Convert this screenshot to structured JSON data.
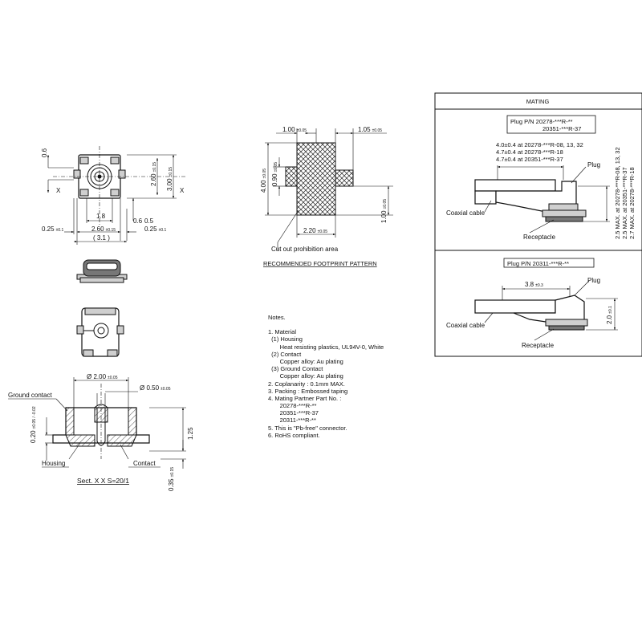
{
  "top_view": {
    "dim_06": "0.6",
    "dim_260": "2.60",
    "dim_260_tol": "±0.15",
    "dim_300": "3.00",
    "dim_300_tol": "±0.15",
    "dim_18": "1.8",
    "dim_06b": "0.6",
    "dim_05": "0.5",
    "dim_025_left": "0.25",
    "dim_025_left_tol": "±0.1",
    "dim_260b": "2.60",
    "dim_260b_tol": "±0.15",
    "dim_025_right": "0.25",
    "dim_025_right_tol": "±0.1",
    "dim_31": "( 3.1 )",
    "section_mark_left": "X",
    "section_mark_right": "X"
  },
  "section": {
    "dim_200": "Ø 2.00",
    "dim_200_tol": "±0.05",
    "dim_050": "Ø 0.50",
    "dim_050_tol": "±0.05",
    "dim_020": "0.20",
    "dim_020_tol": "±0.05 / -0.02",
    "dim_125": "1.25",
    "dim_035": "0.35",
    "dim_035_tol": "±0.15",
    "label_ground_contact": "Ground contact",
    "label_housing": "Housing",
    "label_contact": "Contact",
    "caption": "Sect. X  X  S=20/1"
  },
  "footprint": {
    "dim_100": "1.00",
    "dim_100_tol": "±0.05",
    "dim_105": "1.05",
    "dim_105_tol": "±0.05",
    "dim_400": "4.00",
    "dim_400_tol": "±0.05",
    "dim_090": "0.90",
    "dim_090_tol": "±0.05",
    "dim_100v": "1.00",
    "dim_100v_tol": "±0.05",
    "dim_220": "2.20",
    "dim_220_tol": "±0.05",
    "label_cutout": "Cut out prohibition area",
    "title": "RECOMMENDED FOOTPRINT PATTERN"
  },
  "notes": {
    "heading": "Notes.",
    "lines": [
      "1. Material",
      "  (1) Housing",
      "       Heat resisting plastics, UL94V-0, White",
      "  (2) Contact",
      "       Copper alloy: Au plating",
      "  (3) Ground Contact",
      "       Copper alloy: Au plating",
      "2. Coplanarity : 0.1mm MAX.",
      "3. Packing : Embossed taping",
      "4. Mating Partner Part No. :",
      "       20278-***R-**",
      "       20351-***R-37",
      "       20311-***R-**",
      "5. This is \"Pb-free\" connector.",
      "6. RoHS compliant."
    ]
  },
  "mating": {
    "header": "MATING",
    "plug_pn_a_1": "Plug P/N 20278-***R-**",
    "plug_pn_a_2": "20351-***R-37",
    "dim_a_1": "4.0±0.4 at 20278-***R-08, 13, 32",
    "dim_a_2": "4.7±0.4 at 20278-***R-18",
    "dim_a_3": "4.7±0.4 at 20351-***R-37",
    "label_plug_a": "Plug",
    "label_cable_a": "Coaxial cable",
    "label_receptacle_a": "Receptacle",
    "vert_a_1": "2.5 MAX. at 20278-***R-08, 13, 32",
    "vert_a_2": "2.5 MAX. at 20351-***R-37",
    "vert_a_3": "2.7 MAX. at 20278-***R-18",
    "plug_pn_b": "Plug P/N 20311-***R-**",
    "dim_b": "3.8",
    "dim_b_tol": "±0.3",
    "label_plug_b": "Plug",
    "label_cable_b": "Coaxial cable",
    "label_receptacle_b": "Receptacle",
    "dim_b_height": "2.0",
    "dim_b_height_tol": "±0.1"
  }
}
